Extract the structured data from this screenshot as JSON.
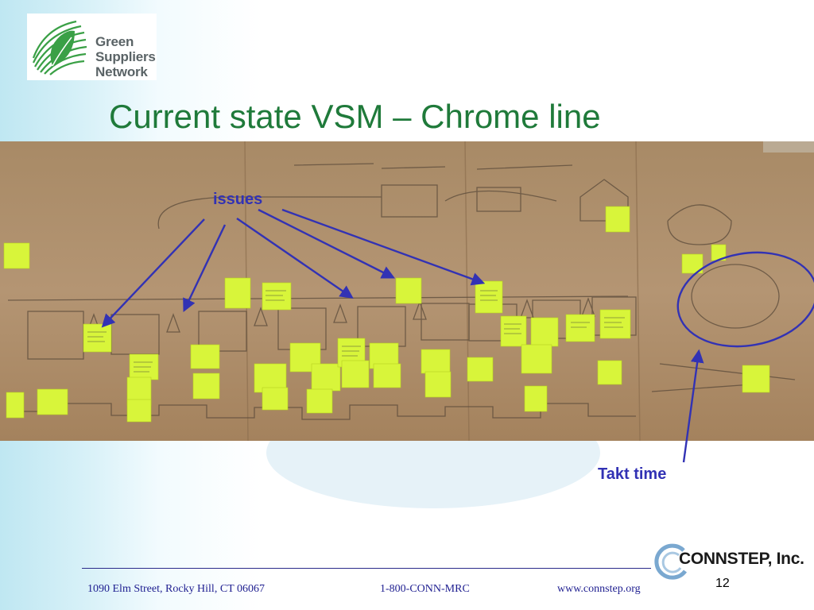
{
  "logo": {
    "line1": "Green",
    "line2": "Suppliers",
    "line3": "Network",
    "leaf_color": "#3aa046"
  },
  "title": "Current state VSM – Chrome line",
  "photo": {
    "annotations": {
      "issues_label": "issues",
      "takt_label": "Takt time",
      "callout_color": "#3232b4"
    }
  },
  "footer": {
    "address": "1090 Elm Street, Rocky Hill, CT  06067",
    "phone": "1-800-CONN-MRC",
    "website": "www.connstep.org",
    "page_number": "12"
  },
  "connstep_logo": {
    "name": "CONNSTEP, Inc."
  },
  "colors": {
    "title": "#1f7a3a",
    "footer_text": "#1e1e90",
    "sticky_note": "#d8f53a",
    "paper": "#b0906a"
  }
}
